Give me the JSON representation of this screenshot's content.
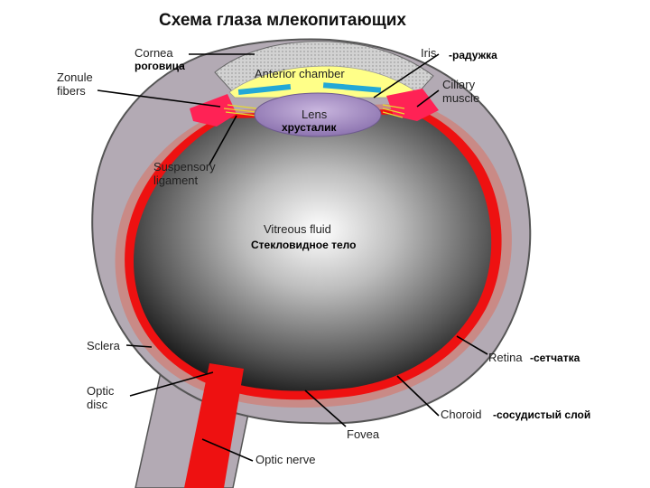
{
  "title": "Схема глаза млекопитающих",
  "labels": {
    "cornea": "Cornea",
    "cornea_ru": "роговица",
    "iris": "Iris",
    "iris_ru": "-радужка",
    "anterior_chamber": "Anterior chamber",
    "zonule_1": "Zonule",
    "zonule_2": "fibers",
    "ciliary_1": "Ciliary",
    "ciliary_2": "muscle",
    "lens": "Lens",
    "lens_ru": "хрусталик",
    "suspensory_1": "Suspensory",
    "suspensory_2": "ligament",
    "vitreous": "Vitreous fluid",
    "vitreous_ru": "Стекловидное тело",
    "sclera": "Sclera",
    "retina": "Retina",
    "retina_ru": "-сетчатка",
    "optic_disc_1": "Optic",
    "optic_disc_2": "disc",
    "choroid": "Choroid",
    "choroid_ru": "-сосудистый слой",
    "fovea": "Fovea",
    "optic_nerve": "Optic nerve"
  },
  "colors": {
    "sclera": "#b3aab4",
    "sclera_edge": "#555555",
    "choroid": "#c98a86",
    "retina": "#ee1111",
    "cornea_fill": "#c8c8c8",
    "anterior_chamber": "#ffff88",
    "iris": "#23a8d6",
    "lens": "#a890c6",
    "ciliary": "#ff2255",
    "vitreous_center": "#ffffff",
    "vitreous_edge": "#1a1a1a"
  }
}
